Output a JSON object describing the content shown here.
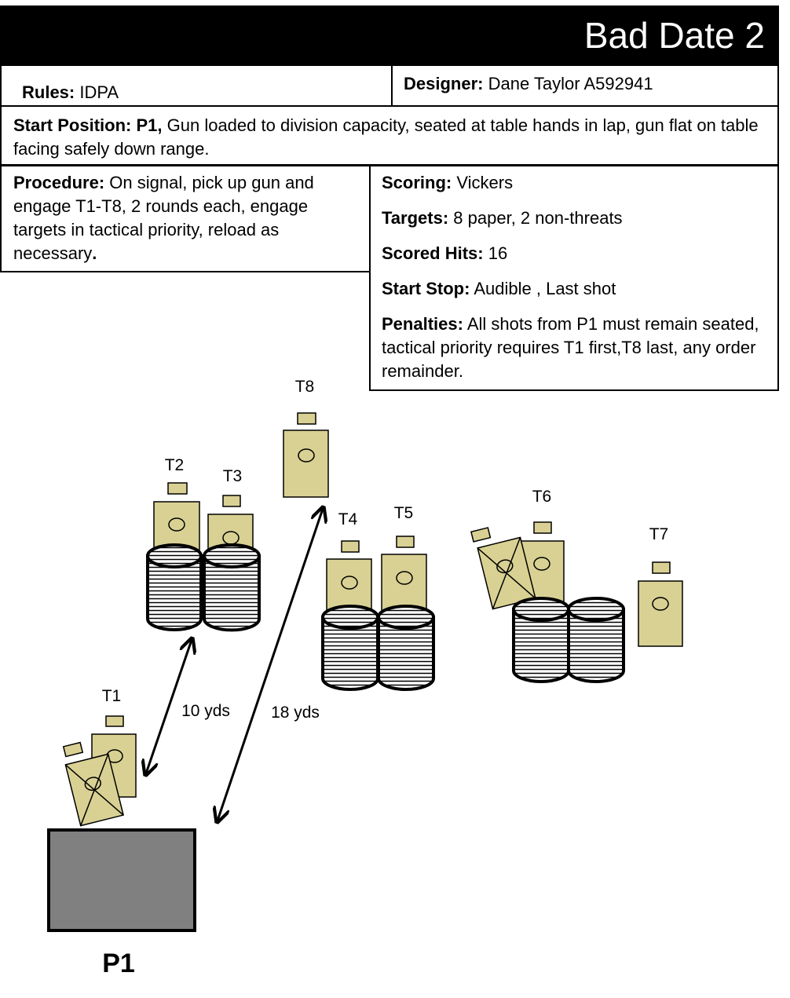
{
  "title": "Bad Date 2",
  "rules": {
    "label": "Rules:",
    "value": "IDPA"
  },
  "designer": {
    "label": "Designer:",
    "value": "Dane Taylor A592941"
  },
  "start_position": {
    "label": "Start Position:",
    "position": "P1,",
    "value": "Gun loaded to division capacity, seated at table hands in lap, gun flat on table facing safely down range."
  },
  "procedure": {
    "label": "Procedure:",
    "value": "On signal, pick up gun and engage T1-T8,  2 rounds each, engage targets in tactical priority, reload as necessary",
    "end": "."
  },
  "scoring": {
    "label": "Scoring:",
    "value": "Vickers"
  },
  "targets": {
    "label": "Targets:",
    "value": "8 paper, 2 non-threats"
  },
  "scored_hits": {
    "label": "Scored Hits:",
    "value": "16"
  },
  "start_stop": {
    "label": "Start Stop:",
    "value": "Audible , Last shot"
  },
  "penalties": {
    "label": "Penalties:",
    "value": "All shots from P1 must remain seated, tactical priority requires T1 first,T8 last, any order remainder."
  },
  "diagram": {
    "target_labels": [
      "T1",
      "T2",
      "T3",
      "T4",
      "T5",
      "T6",
      "T7",
      "T8"
    ],
    "distance_short": "10 yds",
    "distance_long": "18 yds",
    "position_label": "P1"
  },
  "colors": {
    "target_fill": "#d9d193",
    "table_fill": "#808080",
    "header_bg": "#000000"
  }
}
